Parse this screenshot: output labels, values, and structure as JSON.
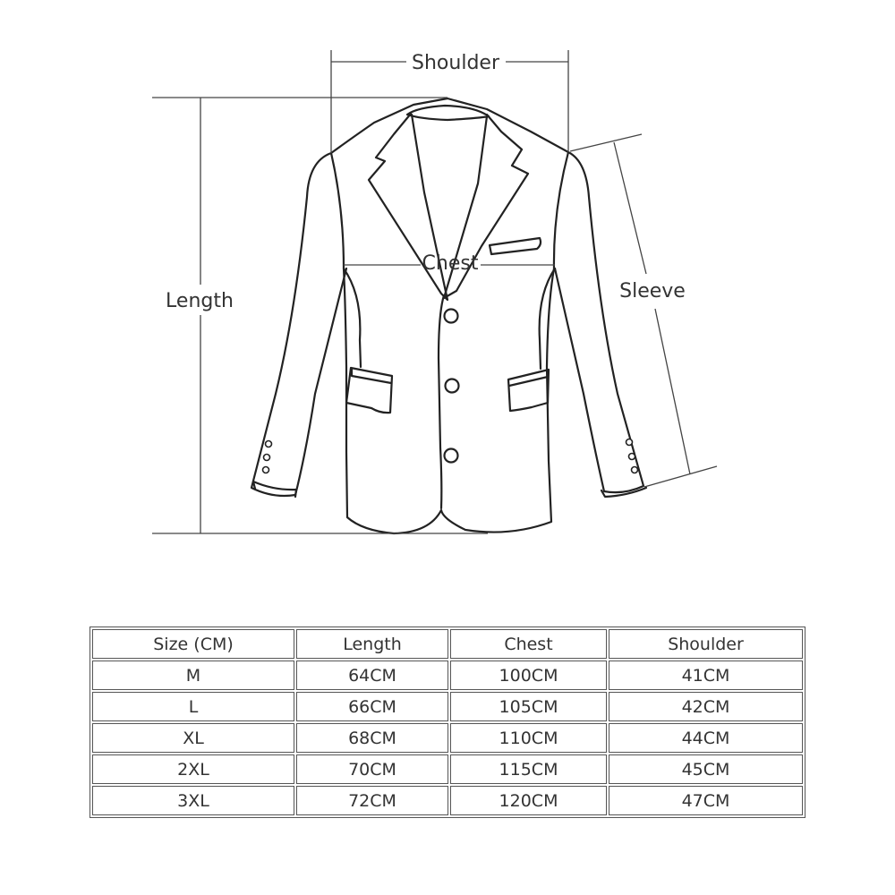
{
  "diagram": {
    "labels": {
      "shoulder": "Shoulder",
      "length": "Length",
      "chest": "Chest",
      "sleeve": "Sleeve"
    }
  },
  "size_table": {
    "headers": [
      "Size (CM)",
      "Length",
      "Chest",
      "Shoulder"
    ],
    "rows": [
      [
        "M",
        "64CM",
        "100CM",
        "41CM"
      ],
      [
        "L",
        "66CM",
        "105CM",
        "42CM"
      ],
      [
        "XL",
        "68CM",
        "110CM",
        "44CM"
      ],
      [
        "2XL",
        "70CM",
        "115CM",
        "45CM"
      ],
      [
        "3XL",
        "72CM",
        "120CM",
        "47CM"
      ]
    ]
  }
}
